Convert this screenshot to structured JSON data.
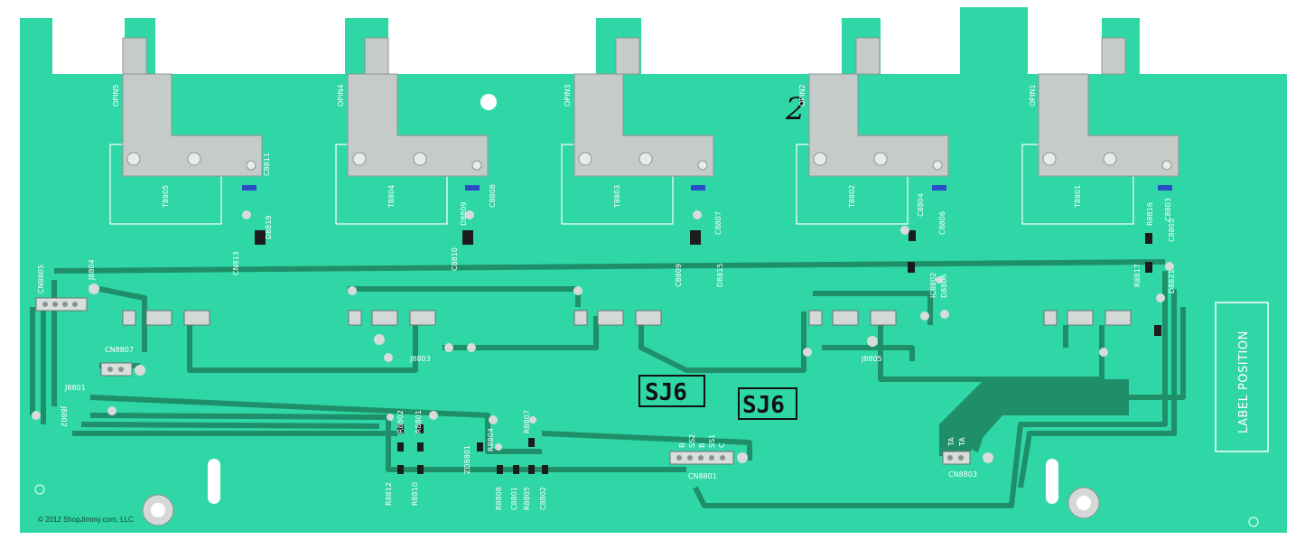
{
  "board": {
    "colors": {
      "pcb": "#2fd6a6",
      "trace": "#1f8f69",
      "silkscreen": "#ffffff",
      "metal": "#c4cbc8",
      "background": "#ffffff"
    },
    "label_box": "LABEL POSITION",
    "handwritten_mark": "2",
    "stamps": [
      "SJ6",
      "SJ6"
    ],
    "copyright": "© 2012 ShopJimmy.com, LLC",
    "transformers": [
      "T8805",
      "T8804",
      "T8803",
      "T8802",
      "T8801"
    ],
    "pins": [
      "OPIN5",
      "OPIN4",
      "OPIN3",
      "OPIN2",
      "OPIN1"
    ],
    "capacitors": [
      "C8811",
      "C8808",
      "C8807",
      "C8806",
      "C8803"
    ],
    "diodes": [
      "D8819",
      "D8809",
      "D8815",
      "D8821"
    ],
    "connectors": [
      "CN8805",
      "CN8807",
      "CN8801",
      "CN8803"
    ],
    "jumpers": [
      "J8804",
      "J8801",
      "J8802",
      "J8803",
      "J8805"
    ],
    "resistors": [
      "R8812",
      "R8810",
      "R8802",
      "R8801",
      "R8804",
      "R8807",
      "R8808",
      "R8805",
      "R8816",
      "R8817"
    ],
    "small_parts": [
      "C8801",
      "C8802",
      "ZD8801",
      "CN813",
      "C8810",
      "C8809",
      "C8804",
      "C8805",
      "IC8802",
      "D8806"
    ],
    "connector_pins_cn8801": [
      "B",
      "SS2",
      "B",
      "SS1",
      "C"
    ],
    "connector_pins_cn8803": [
      "TA",
      "TA"
    ]
  }
}
